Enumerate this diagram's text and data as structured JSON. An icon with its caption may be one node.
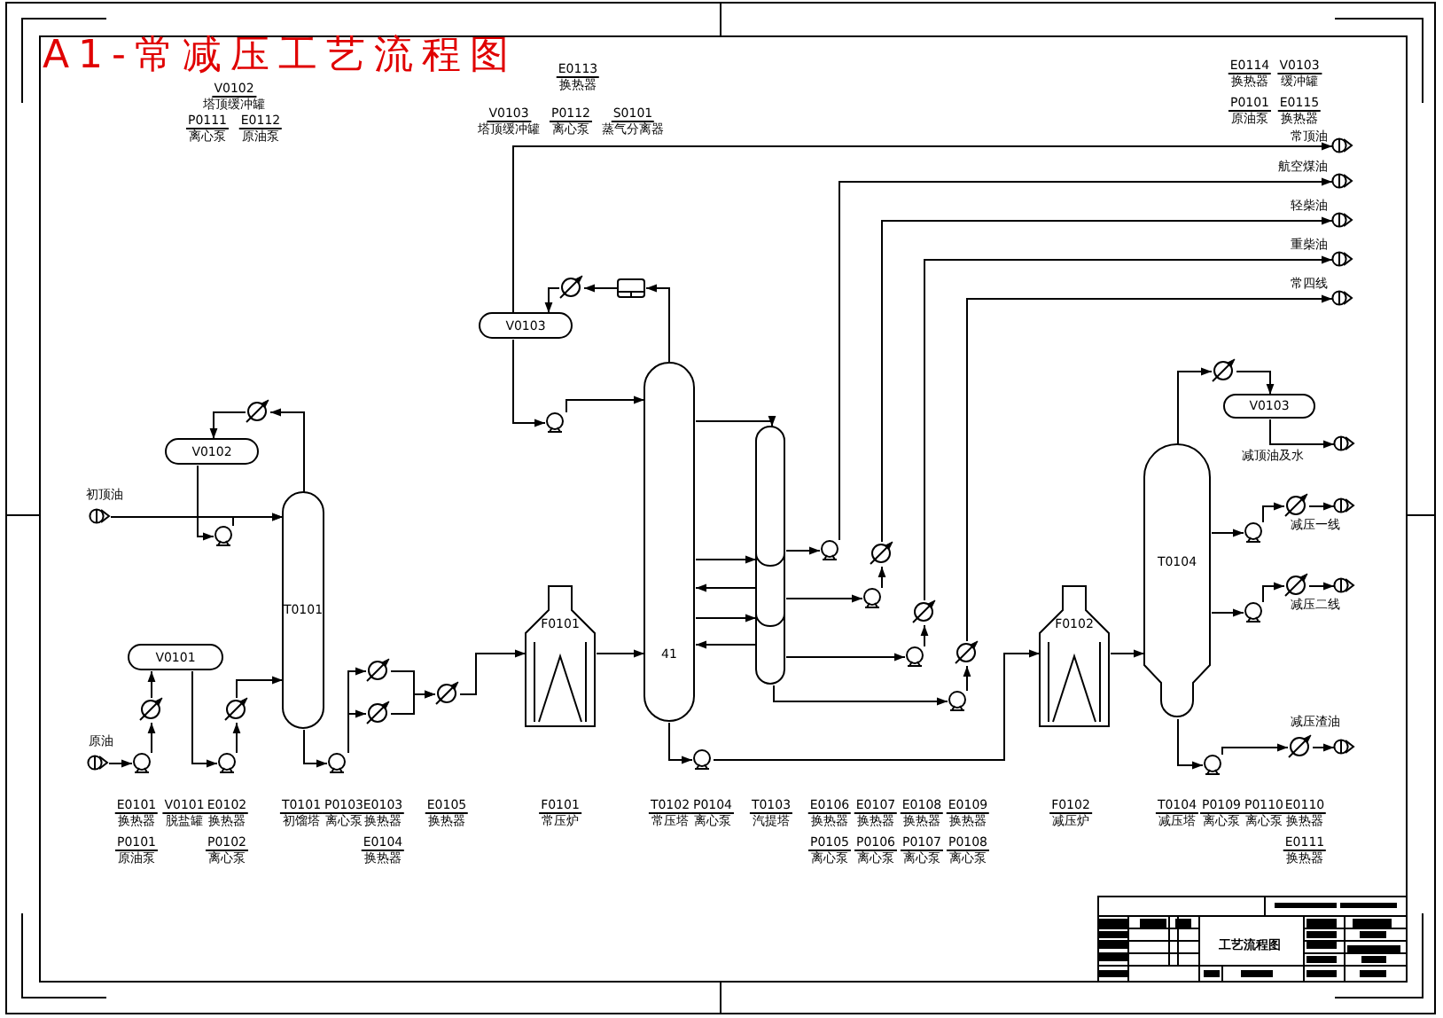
{
  "diagram": {
    "title": "A1-常减压工艺流程图",
    "nodes": [
      {
        "text": [],
        "shape": "circle",
        "beside": [
          "初顶油"
        ]
      },
      {
        "text": [],
        "shape": "circle",
        "beside": [
          "原油"
        ]
      },
      {
        "text": [
          "V0101"
        ]
      },
      {
        "text": [
          "V0102"
        ]
      },
      {
        "text": [
          "T0101"
        ]
      },
      {
        "text": [
          "V0103"
        ]
      },
      {
        "text": [],
        "shape": "box"
      },
      {
        "text": [
          "41"
        ]
      },
      {
        "text": [],
        "shape": "column"
      },
      {
        "text": [
          "F0101"
        ]
      },
      {
        "text": [
          "F0102"
        ]
      },
      {
        "text": [
          "T0104"
        ]
      },
      {
        "text": [
          "V0103"
        ]
      },
      {
        "text": [],
        "shape": "pump"
      },
      {
        "text": [],
        "shape": "pump"
      },
      {
        "text": [],
        "shape": "pump"
      },
      {
        "text": [],
        "shape": "pump"
      },
      {
        "text": [],
        "shape": "pump"
      },
      {
        "text": [],
        "shape": "pump"
      },
      {
        "text": [],
        "shape": "pump"
      },
      {
        "text": [],
        "shape": "pump"
      },
      {
        "text": [],
        "shape": "pump"
      },
      {
        "text": [],
        "shape": "pump"
      },
      {
        "text": [],
        "shape": "pump"
      },
      {
        "text": [],
        "shape": "pump"
      },
      {
        "text": [],
        "shape": "pump"
      },
      {
        "text": [],
        "shape": "exchanger"
      },
      {
        "text": [],
        "shape": "exchanger"
      },
      {
        "text": [],
        "shape": "exchanger"
      },
      {
        "text": [],
        "shape": "exchanger"
      },
      {
        "text": [],
        "shape": "exchanger"
      },
      {
        "text": [],
        "shape": "exchanger"
      },
      {
        "text": [],
        "shape": "exchanger"
      },
      {
        "text": [],
        "shape": "exchanger"
      },
      {
        "text": [],
        "shape": "exchanger"
      },
      {
        "text": [],
        "shape": "exchanger"
      },
      {
        "text": [],
        "shape": "exchanger"
      },
      {
        "text": [],
        "shape": "exchanger"
      },
      {
        "text": [],
        "shape": "exchanger"
      },
      {
        "text": [],
        "shape": "exchanger"
      },
      {
        "text": [],
        "shape": "circle",
        "beside": [
          "常顶油"
        ]
      },
      {
        "text": [],
        "shape": "circle",
        "beside": [
          "航空煤油"
        ]
      },
      {
        "text": [],
        "shape": "circle",
        "beside": [
          "轻柴油"
        ]
      },
      {
        "text": [],
        "shape": "circle",
        "beside": [
          "重柴油"
        ]
      },
      {
        "text": [],
        "shape": "circle",
        "beside": [
          "常四线"
        ]
      },
      {
        "text": [],
        "shape": "circle",
        "beside": [
          "减顶油及水"
        ]
      },
      {
        "text": [],
        "shape": "circle",
        "beside": [
          "减压一线"
        ]
      },
      {
        "text": [],
        "shape": "circle",
        "beside": [
          "减压二线"
        ]
      },
      {
        "text": [],
        "shape": "circle",
        "beside": [
          "减压渣油"
        ]
      }
    ],
    "edges": [
      {
        "from": 1,
        "to": 13,
        "arrow": "to"
      },
      {
        "from": 13,
        "to": 26,
        "arrow": "to"
      },
      {
        "from": 26,
        "to": 2,
        "arrow": "to"
      },
      {
        "from": 2,
        "to": 14,
        "arrow": "to"
      },
      {
        "from": 14,
        "to": 27,
        "arrow": "to"
      },
      {
        "from": 27,
        "to": 4,
        "arrow": "to"
      },
      {
        "from": 4,
        "to": 28,
        "arrow": "to"
      },
      {
        "from": 28,
        "to": 3,
        "arrow": "to"
      },
      {
        "from": 3,
        "to": 15,
        "arrow": "to"
      },
      {
        "from": 15,
        "to": 4,
        "arrow": "to"
      },
      {
        "from": 0,
        "to": 4,
        "arrow": "to"
      },
      {
        "from": 4,
        "to": 16,
        "arrow": "to"
      },
      {
        "from": 16,
        "to": 29,
        "arrow": "to"
      },
      {
        "from": 16,
        "to": 30,
        "arrow": "to"
      },
      {
        "from": 29,
        "to": 31,
        "arrow": "to"
      },
      {
        "from": 30,
        "to": 31,
        "arrow": "to"
      },
      {
        "from": 31,
        "to": 9,
        "arrow": "to"
      },
      {
        "from": 9,
        "to": 7,
        "arrow": "to"
      },
      {
        "from": 7,
        "to": 6,
        "arrow": "to"
      },
      {
        "from": 6,
        "to": 32,
        "arrow": "to"
      },
      {
        "from": 32,
        "to": 5,
        "arrow": "to"
      },
      {
        "from": 5,
        "to": 17,
        "arrow": "to"
      },
      {
        "from": 17,
        "to": 7,
        "arrow": "to"
      },
      {
        "from": 5,
        "to": 40,
        "arrow": "to"
      },
      {
        "from": 7,
        "to": 8,
        "arrow": "to"
      },
      {
        "from": 7,
        "to": 8,
        "arrow": "to"
      },
      {
        "from": 8,
        "to": 7,
        "arrow": "to"
      },
      {
        "from": 7,
        "to": 8,
        "arrow": "to"
      },
      {
        "from": 8,
        "to": 7,
        "arrow": "to"
      },
      {
        "from": 8,
        "to": 18,
        "arrow": "to"
      },
      {
        "from": 18,
        "to": 41,
        "arrow": "to"
      },
      {
        "from": 8,
        "to": 19,
        "arrow": "to"
      },
      {
        "from": 19,
        "to": 33,
        "arrow": "to"
      },
      {
        "from": 33,
        "to": 42,
        "arrow": "to"
      },
      {
        "from": 8,
        "to": 20,
        "arrow": "to"
      },
      {
        "from": 20,
        "to": 34,
        "arrow": "to"
      },
      {
        "from": 34,
        "to": 43,
        "arrow": "to"
      },
      {
        "from": 8,
        "to": 21,
        "arrow": "to"
      },
      {
        "from": 21,
        "to": 35,
        "arrow": "to"
      },
      {
        "from": 35,
        "to": 44,
        "arrow": "to"
      },
      {
        "from": 7,
        "to": 22,
        "arrow": "to"
      },
      {
        "from": 22,
        "to": 10,
        "arrow": "to"
      },
      {
        "from": 10,
        "to": 11,
        "arrow": "to"
      },
      {
        "from": 11,
        "to": 36,
        "arrow": "to"
      },
      {
        "from": 36,
        "to": 12,
        "arrow": "to"
      },
      {
        "from": 12,
        "to": 45,
        "arrow": "to"
      },
      {
        "from": 11,
        "to": 23,
        "arrow": "to"
      },
      {
        "from": 23,
        "to": 37,
        "arrow": "to"
      },
      {
        "from": 37,
        "to": 46,
        "arrow": "to"
      },
      {
        "from": 11,
        "to": 24,
        "arrow": "to"
      },
      {
        "from": 24,
        "to": 38,
        "arrow": "to"
      },
      {
        "from": 38,
        "to": 47,
        "arrow": "to"
      },
      {
        "from": 11,
        "to": 25,
        "arrow": "to"
      },
      {
        "from": 25,
        "to": 39,
        "arrow": "to"
      },
      {
        "from": 39,
        "to": 48,
        "arrow": "to"
      }
    ],
    "labels": [
      "V0102",
      "塔顶缓冲罐",
      "E0113",
      "换热器",
      "E0114",
      "换热器",
      "V0103",
      "缓冲罐",
      "P0111",
      "离心泵",
      "E0112",
      "原油泵",
      "V0103",
      "塔顶缓冲罐",
      "P0112",
      "离心泵",
      "S0101",
      "蒸气分离器",
      "P0101",
      "原油泵",
      "E0115",
      "换热器",
      "E0101",
      "换热器",
      "V0101",
      "脱盐罐",
      "E0102",
      "换热器",
      "T0101",
      "初馏塔",
      "P0103",
      "离心泵",
      "E0103",
      "换热器",
      "E0105",
      "换热器",
      "F0101",
      "常压炉",
      "T0102",
      "常压塔",
      "P0104",
      "离心泵",
      "T0103",
      "汽提塔",
      "E0106",
      "换热器",
      "E0107",
      "换热器",
      "E0108",
      "换热器",
      "E0109",
      "换热器",
      "F0102",
      "减压炉",
      "T0104",
      "减压塔",
      "P0109",
      "离心泵",
      "P0110",
      "离心泵",
      "E0110",
      "换热器",
      "P0101",
      "原油泵",
      "P0102",
      "离心泵",
      "E0104",
      "换热器",
      "P0105",
      "离心泵",
      "P0106",
      "离心泵",
      "P0107",
      "离心泵",
      "P0108",
      "离心泵",
      "E0111",
      "换热器",
      "工艺流程图"
    ]
  }
}
